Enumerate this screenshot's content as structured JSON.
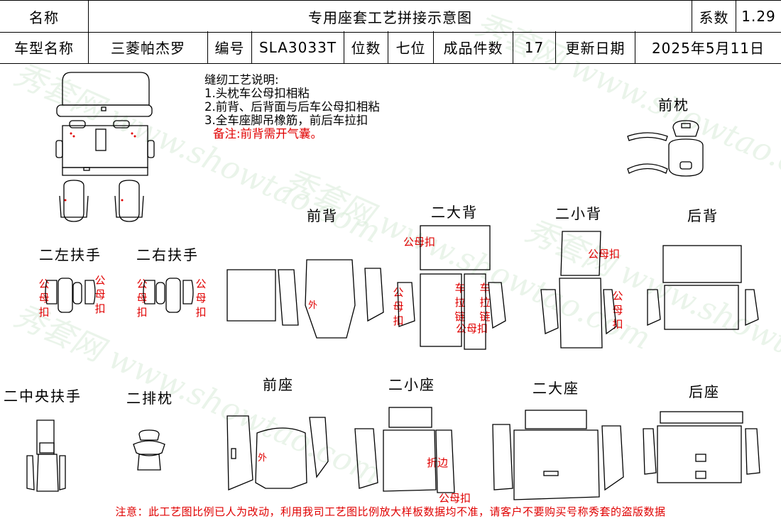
{
  "header": {
    "name_label": "名称",
    "title": "专用座套工艺拼接示意图",
    "coef_label": "系数",
    "coef_value": "1.29",
    "model_label": "车型名称",
    "model_value": "三菱帕杰罗",
    "code_label": "编号",
    "code_value": "SLA3033T",
    "seats_label": "位数",
    "seats_value": "七位",
    "pieces_label": "成品件数",
    "pieces_value": "17",
    "date_label": "更新日期",
    "date_value": "2025年5月11日"
  },
  "notes": {
    "title": "缝纫工艺说明:",
    "item1": "1.头枕车公母扣相粘",
    "item2": "2.前背、后背面与后车公母扣相粘",
    "item3": "3.全车座脚吊橡筋，前后车拉扣",
    "remark": "备注:前背需开气囊。"
  },
  "sections": {
    "front_headrest": "前枕",
    "front_back": "前背",
    "second_big_back": "二大背",
    "second_small_back": "二小背",
    "rear_back": "后背",
    "second_left_armrest": "二左扶手",
    "second_right_armrest": "二右扶手",
    "second_center_armrest": "二中央扶手",
    "second_headrest": "二排枕",
    "front_seat": "前座",
    "second_small_seat": "二小座",
    "second_big_seat": "二大座",
    "rear_seat": "后座"
  },
  "annotations": {
    "snap": "公母扣",
    "zipper": "车拉链",
    "outer": "外",
    "fold_edge": "折边"
  },
  "watermark": "秀套网 www.showtao.com",
  "footer": "注意：此工艺图比例已人为改动，利用我司工艺图比例放大样板数据均不准，请客户不要购买号称秀套的盗版数据",
  "colors": {
    "annotation": "#e00000",
    "line": "#000000"
  }
}
